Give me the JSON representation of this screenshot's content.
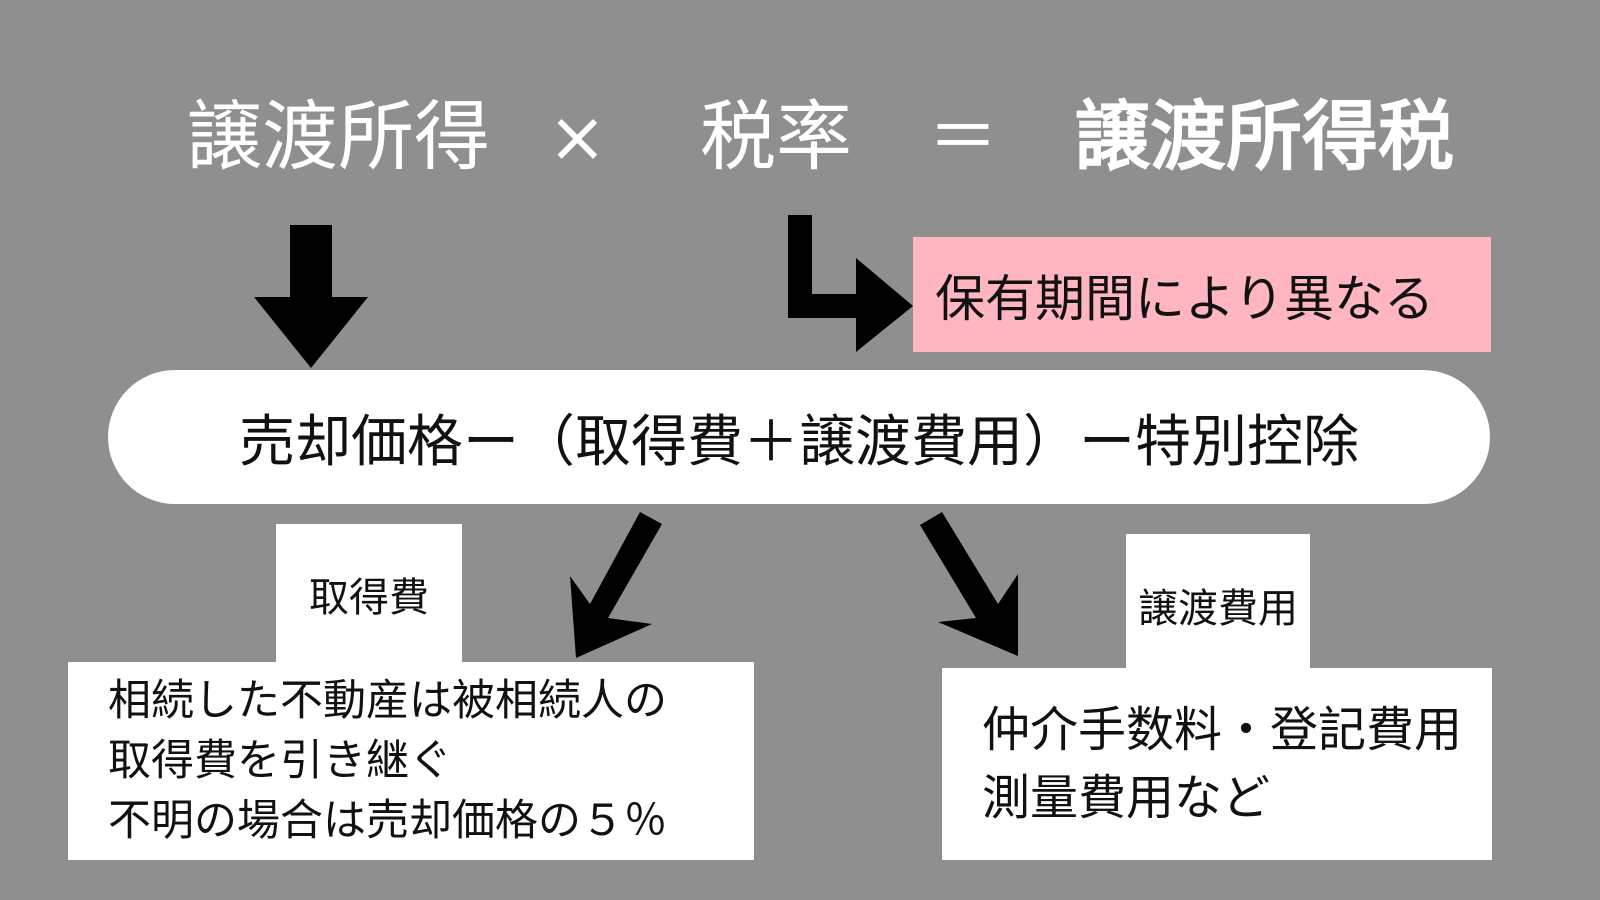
{
  "formula": {
    "term1": "譲渡所得",
    "times": "×",
    "term2": "税率",
    "equals": "＝",
    "result": "譲渡所得税"
  },
  "tax_rate_note": "保有期間により異なる",
  "income_formula": "売却価格ー（取得費＋譲渡費用）ー特別控除",
  "acquisition_cost": {
    "label": "取得費",
    "lines": [
      "相続した不動産は被相続人の",
      "取得費を引き継ぐ",
      "不明の場合は売却価格の５％"
    ]
  },
  "transfer_cost": {
    "label": "譲渡費用",
    "lines": [
      "仲介手数料・登記費用",
      "測量費用など"
    ]
  },
  "colors": {
    "background": "#8f8f8f",
    "note_box": "#ffb6c1",
    "box": "#ffffff",
    "arrow": "#000000",
    "heading_text": "#ffffff"
  }
}
